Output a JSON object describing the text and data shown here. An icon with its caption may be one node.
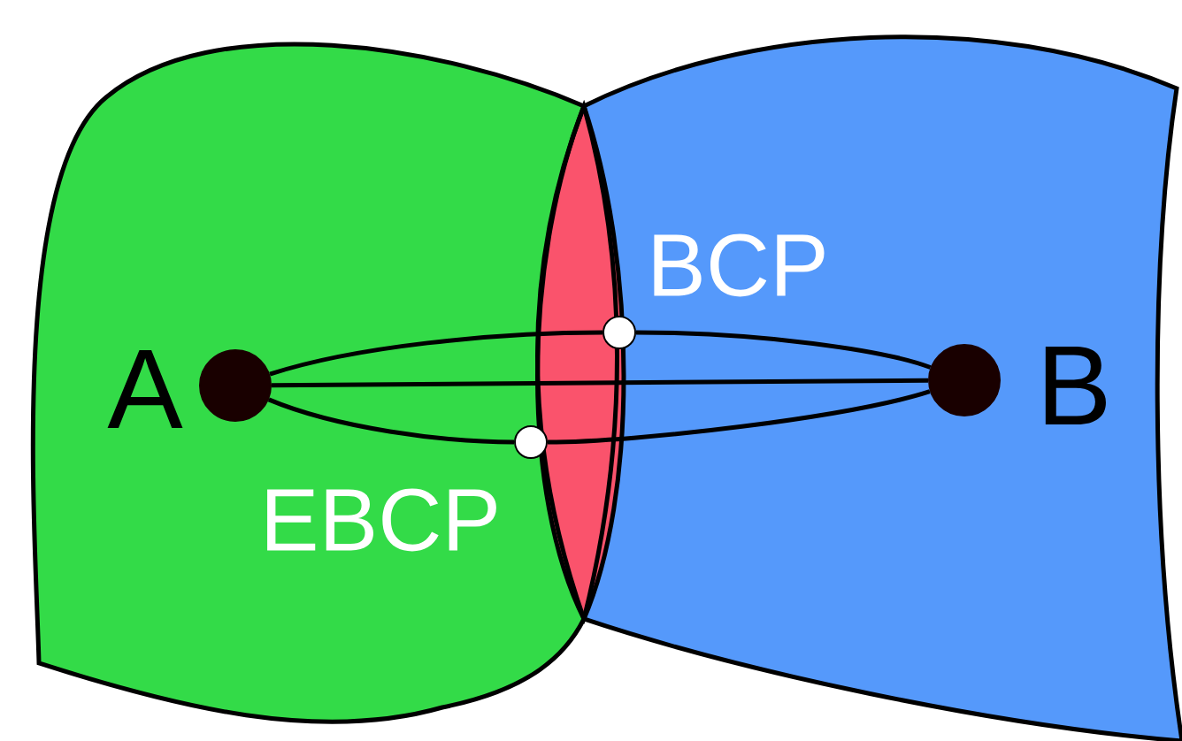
{
  "diagram": {
    "nodes": [
      {
        "text": [],
        "shape": "circle",
        "beside": [
          "A"
        ]
      },
      {
        "text": [],
        "shape": "circle",
        "beside": [
          "B"
        ]
      },
      {
        "text": [],
        "shape": "circle",
        "beside": [
          "BCP"
        ]
      },
      {
        "text": [],
        "shape": "circle",
        "beside": [
          "EBCP"
        ]
      }
    ],
    "edges": [
      {
        "from": 0,
        "to": 1,
        "arrow": "none"
      },
      {
        "from": 0,
        "to": 2,
        "arrow": "none"
      },
      {
        "from": 2,
        "to": 1,
        "arrow": "none"
      },
      {
        "from": 0,
        "to": 3,
        "arrow": "none"
      },
      {
        "from": 3,
        "to": 1,
        "arrow": "none"
      }
    ]
  }
}
